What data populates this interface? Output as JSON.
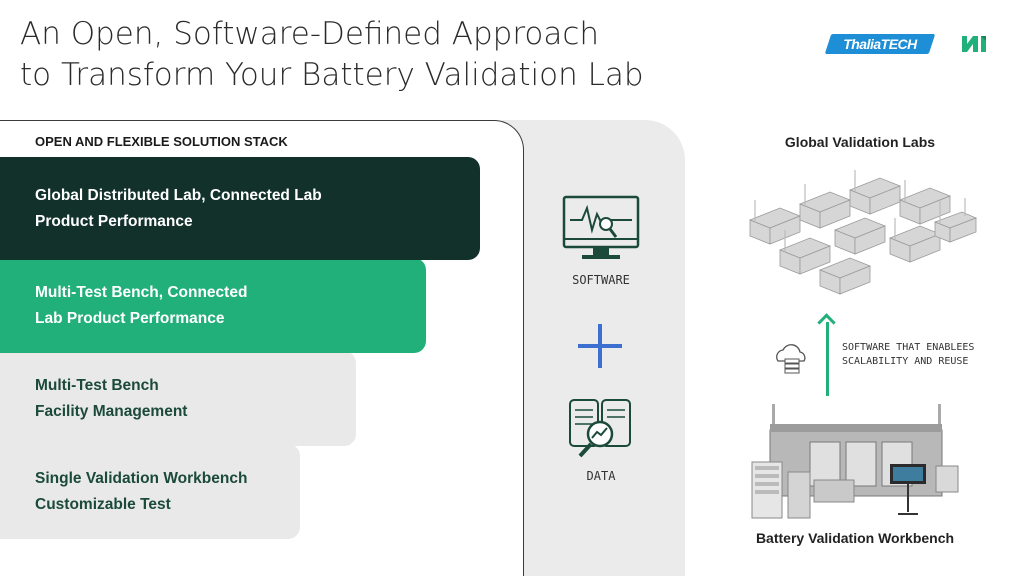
{
  "slide": {
    "title_line1": "An Open, Software-Defined Approach",
    "title_line2": "to Transform Your Battery Validation Lab"
  },
  "logos": {
    "thalia": "ThaliaTECH",
    "ni": "ni"
  },
  "stack": {
    "heading": "OPEN AND FLEXIBLE SOLUTION STACK",
    "tiers": [
      {
        "line1": "Global Distributed Lab, Connected Lab",
        "line2": "Product Performance"
      },
      {
        "line1": "Multi-Test Bench, Connected",
        "line2": "Lab Product Performance"
      },
      {
        "line1": "Multi-Test Bench",
        "line2": "Facility Management"
      },
      {
        "line1": "Single Validation Workbench",
        "line2": "Customizable Test"
      }
    ]
  },
  "middle": {
    "software_label": "SOFTWARE",
    "data_label": "DATA",
    "icons": [
      "monitor-waveform-icon",
      "plus-icon",
      "data-analysis-icon"
    ]
  },
  "right": {
    "global_heading": "Global Validation Labs",
    "scalability_line1": "SOFTWARE THAT ENABLEES",
    "scalability_line2": "SCALABILITY AND REUSE",
    "workbench_heading": "Battery Validation Workbench"
  },
  "colors": {
    "dark_green": "#11312a",
    "accent_green": "#22b07a",
    "light_gray": "#e9e9e9",
    "plus_blue": "#3b6fd0",
    "text_green": "#1b4a3a"
  }
}
